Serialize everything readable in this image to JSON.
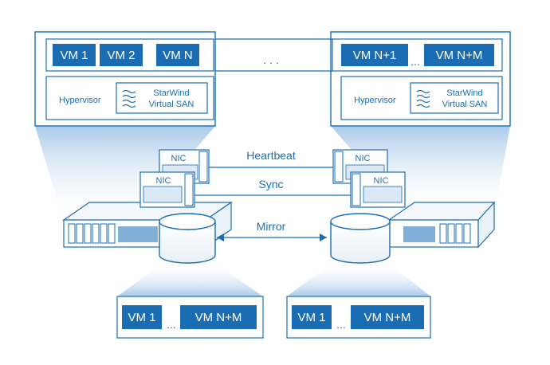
{
  "colors": {
    "accent": "#1b6db3",
    "light": "#e3eef8",
    "gradient_top": "#b9d3ee"
  },
  "top_left_host": {
    "vms": [
      "VM 1",
      "VM 2",
      "VM N"
    ],
    "hypervisor_label": "Hypervisor",
    "san_logo_line1": "StarWind",
    "san_logo_line2": "Virtual SAN"
  },
  "top_right_host": {
    "vms": [
      "VM N+1",
      "VM N+M"
    ],
    "ellipsis": "...",
    "hypervisor_label": "Hypervisor",
    "san_logo_line1": "StarWind",
    "san_logo_line2": "Virtual SAN"
  },
  "middle_dots": ". . .",
  "links": {
    "heartbeat": "Heartbeat",
    "sync": "Sync",
    "mirror": "Mirror"
  },
  "nic_label": "NIC",
  "bottom_left": {
    "vm_first": "VM 1",
    "ellipsis": "...",
    "vm_last": "VM N+M"
  },
  "bottom_right": {
    "vm_first": "VM 1",
    "ellipsis": "...",
    "vm_last": "VM N+M"
  }
}
